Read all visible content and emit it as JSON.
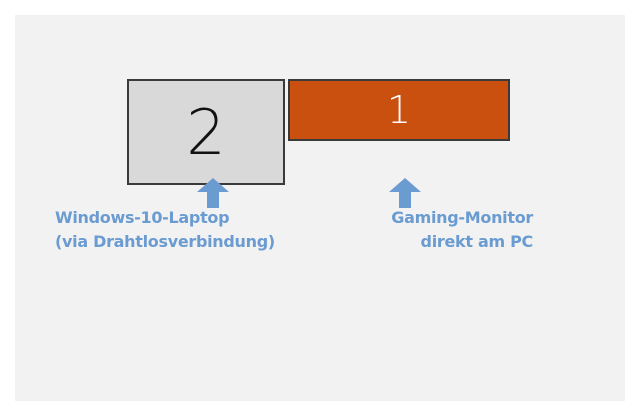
{
  "displays": [
    {
      "number": "2",
      "color": "#d9d9d9",
      "label_line1": "Windows-10-Laptop",
      "label_line2": "(via Drahtlosverbindung)"
    },
    {
      "number": "1",
      "color": "#c9500f",
      "label_line1": "Gaming-Monitor",
      "label_line2": "direkt am PC"
    }
  ],
  "accent": "#6a9bd1"
}
